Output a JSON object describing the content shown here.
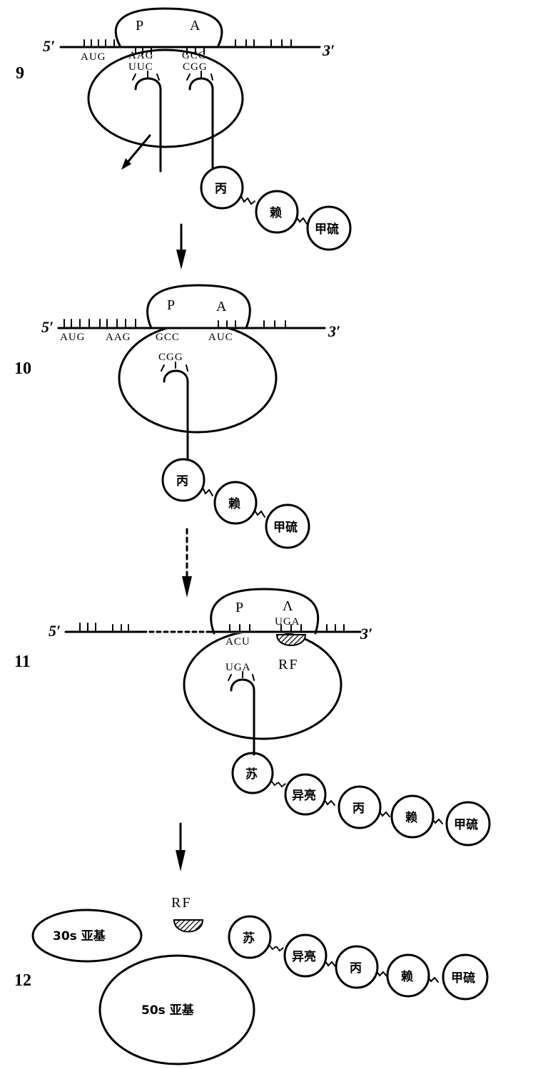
{
  "panels": [
    {
      "step": "9",
      "five_prime": "5′",
      "three_prime": "3′",
      "p_site": "P",
      "a_site": "A",
      "codons_mrna": [
        "AUG",
        "AAG",
        "GCC"
      ],
      "anticodons": [
        "UUC",
        "CGG"
      ],
      "chain": [
        "丙",
        "赖",
        "甲硫"
      ]
    },
    {
      "step": "10",
      "five_prime": "5′",
      "three_prime": "3′",
      "p_site": "P",
      "a_site": "A",
      "codons_mrna": [
        "AUG",
        "AAG",
        "GCC",
        "AUC"
      ],
      "anticodons": [
        "CGG"
      ],
      "chain": [
        "丙",
        "赖",
        "甲硫"
      ]
    },
    {
      "step": "11",
      "five_prime": "5′",
      "three_prime": "3′",
      "p_site": "P",
      "a_site": "Λ",
      "codons_mrna": [
        "ACU",
        "UGA"
      ],
      "anticodons": [
        "UGA"
      ],
      "release_factor": "RF",
      "chain": [
        "苏",
        "异亮",
        "丙",
        "赖",
        "甲硫"
      ]
    },
    {
      "step": "12",
      "release_factor": "RF",
      "small_subunit": "30s 亚基",
      "large_subunit": "50s 亚基",
      "chain": [
        "苏",
        "异亮",
        "丙",
        "赖",
        "甲硫"
      ]
    }
  ]
}
